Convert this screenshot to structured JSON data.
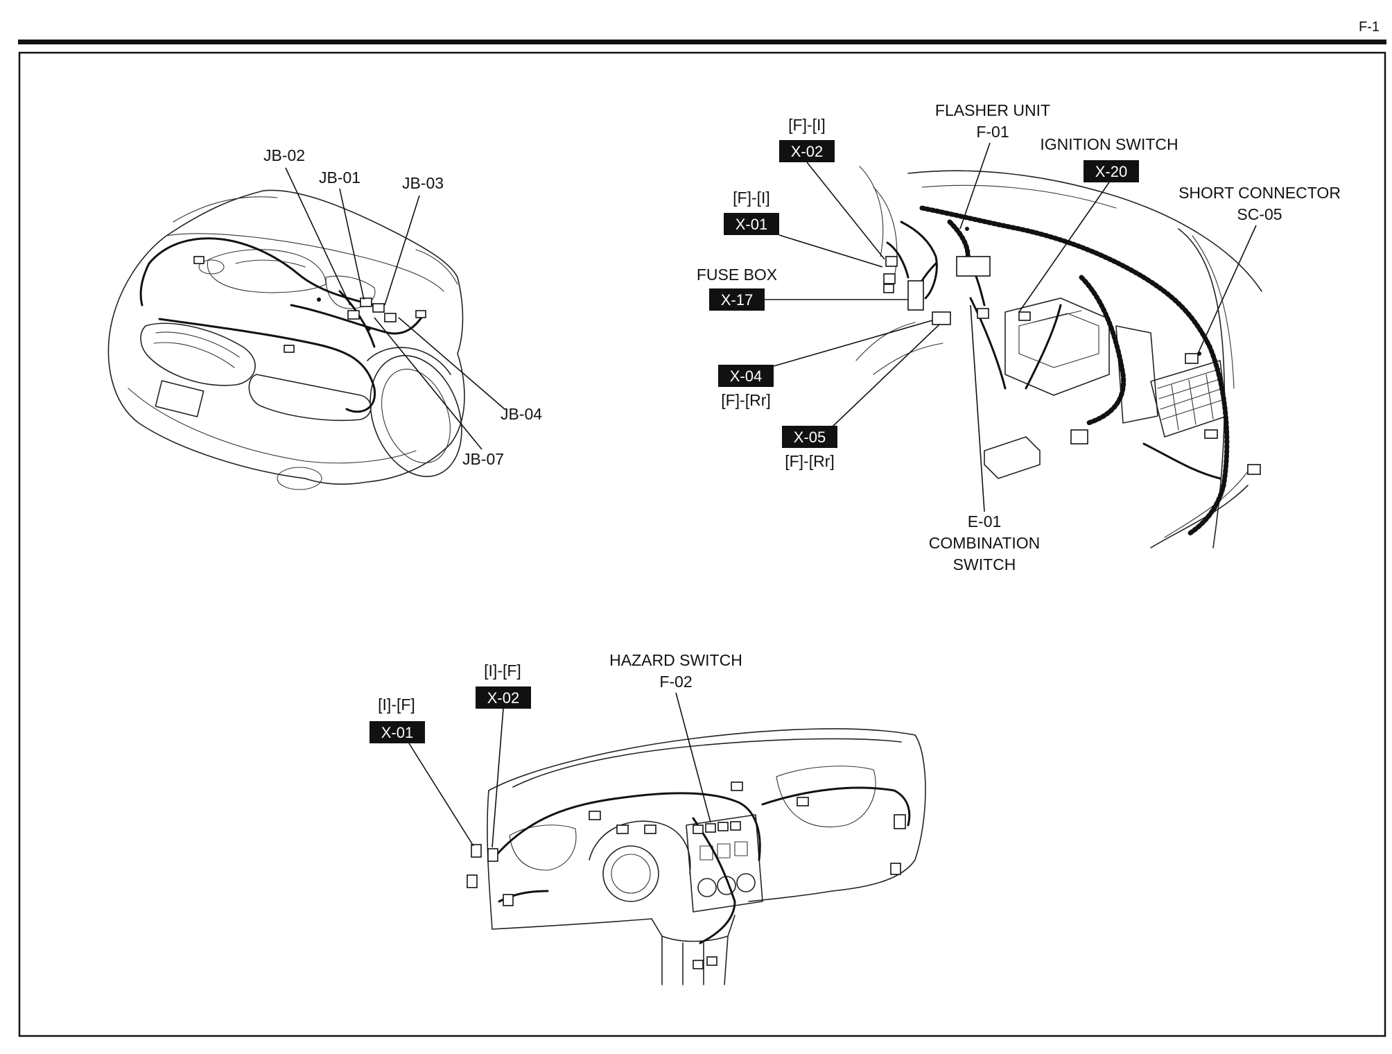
{
  "page_number": "F-1",
  "engine_bay": {
    "labels": {
      "jb02": "JB-02",
      "jb01": "JB-01",
      "jb03": "JB-03",
      "jb04": "JB-04",
      "jb07": "JB-07"
    }
  },
  "cabin": {
    "flasher_unit": {
      "name": "FLASHER UNIT",
      "code": "F-01"
    },
    "ignition_switch": {
      "name": "IGNITION SWITCH",
      "code": "X-20"
    },
    "short_connector": {
      "name": "SHORT CONNECTOR",
      "code": "SC-05"
    },
    "x02": {
      "code": "X-02",
      "direction": "[F]-[I]"
    },
    "x01": {
      "code": "X-01",
      "direction": "[F]-[I]"
    },
    "fuse_box": {
      "name": "FUSE BOX",
      "code": "X-17"
    },
    "x04": {
      "code": "X-04",
      "direction": "[F]-[Rr]"
    },
    "x05": {
      "code": "X-05",
      "direction": "[F]-[Rr]"
    },
    "combination_switch": {
      "code": "E-01",
      "line1": "COMBINATION",
      "line2": "SWITCH"
    }
  },
  "dashboard": {
    "hazard_switch": {
      "name": "HAZARD SWITCH",
      "code": "F-02"
    },
    "x02": {
      "code": "X-02",
      "direction": "[I]-[F]"
    },
    "x01": {
      "code": "X-01",
      "direction": "[I]-[F]"
    }
  }
}
